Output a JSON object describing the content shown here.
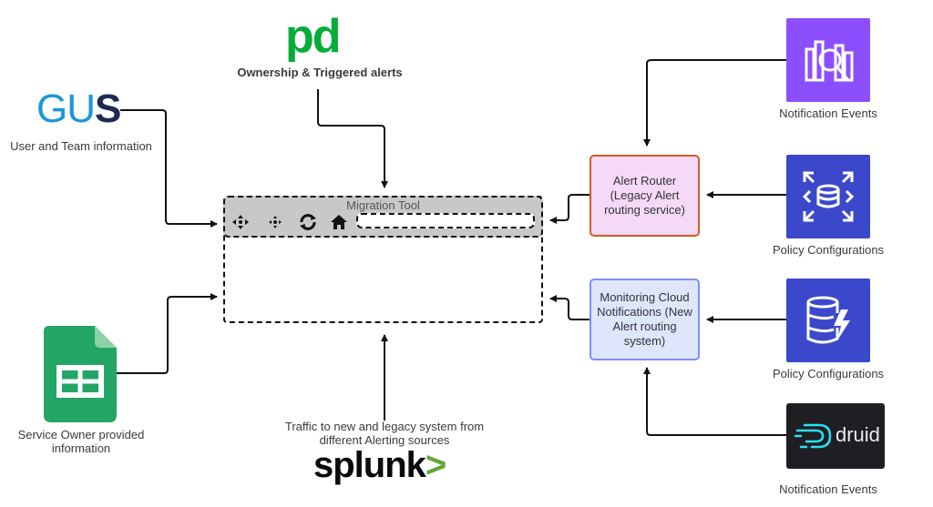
{
  "sources": {
    "pagerduty": {
      "logo_text": "pd",
      "caption": "Ownership & Triggered alerts",
      "color": "#06ac38"
    },
    "gus": {
      "logo_text": [
        "G",
        "U",
        "S"
      ],
      "caption": "User and Team information"
    },
    "sheets": {
      "caption": "Service Owner provided information",
      "icon": "google-sheets-icon",
      "color": "#23a566"
    },
    "splunk": {
      "logo_text": "splunk",
      "logo_chevron": ">",
      "caption": "Traffic to new and legacy system from different Alerting sources"
    }
  },
  "migration_tool": {
    "title": "Migration Tool",
    "toolbar_icons": [
      "move-icon",
      "move-icon",
      "refresh-icon",
      "home-icon"
    ]
  },
  "alert_router": {
    "label": "Alert Router (Legacy Alert routing service)",
    "border_color": "#d65a22",
    "fill": "#f5d9f7"
  },
  "monitoring_cloud": {
    "label": "Monitoring Cloud Notifications (New Alert routing system)",
    "border_color": "#7f8ef5",
    "fill": "#dde6fb"
  },
  "right_sources": [
    {
      "caption": "Notification Events",
      "icon": "analytics-search-icon",
      "color": "#8c4fff"
    },
    {
      "caption": "Policy Configurations",
      "icon": "database-expand-icon",
      "color": "#3b48cc"
    },
    {
      "caption": "Policy Configurations",
      "icon": "dynamodb-icon",
      "color": "#3b48cc"
    },
    {
      "caption": "Notification Events",
      "icon": "druid-icon",
      "logo_text": "druid"
    }
  ]
}
